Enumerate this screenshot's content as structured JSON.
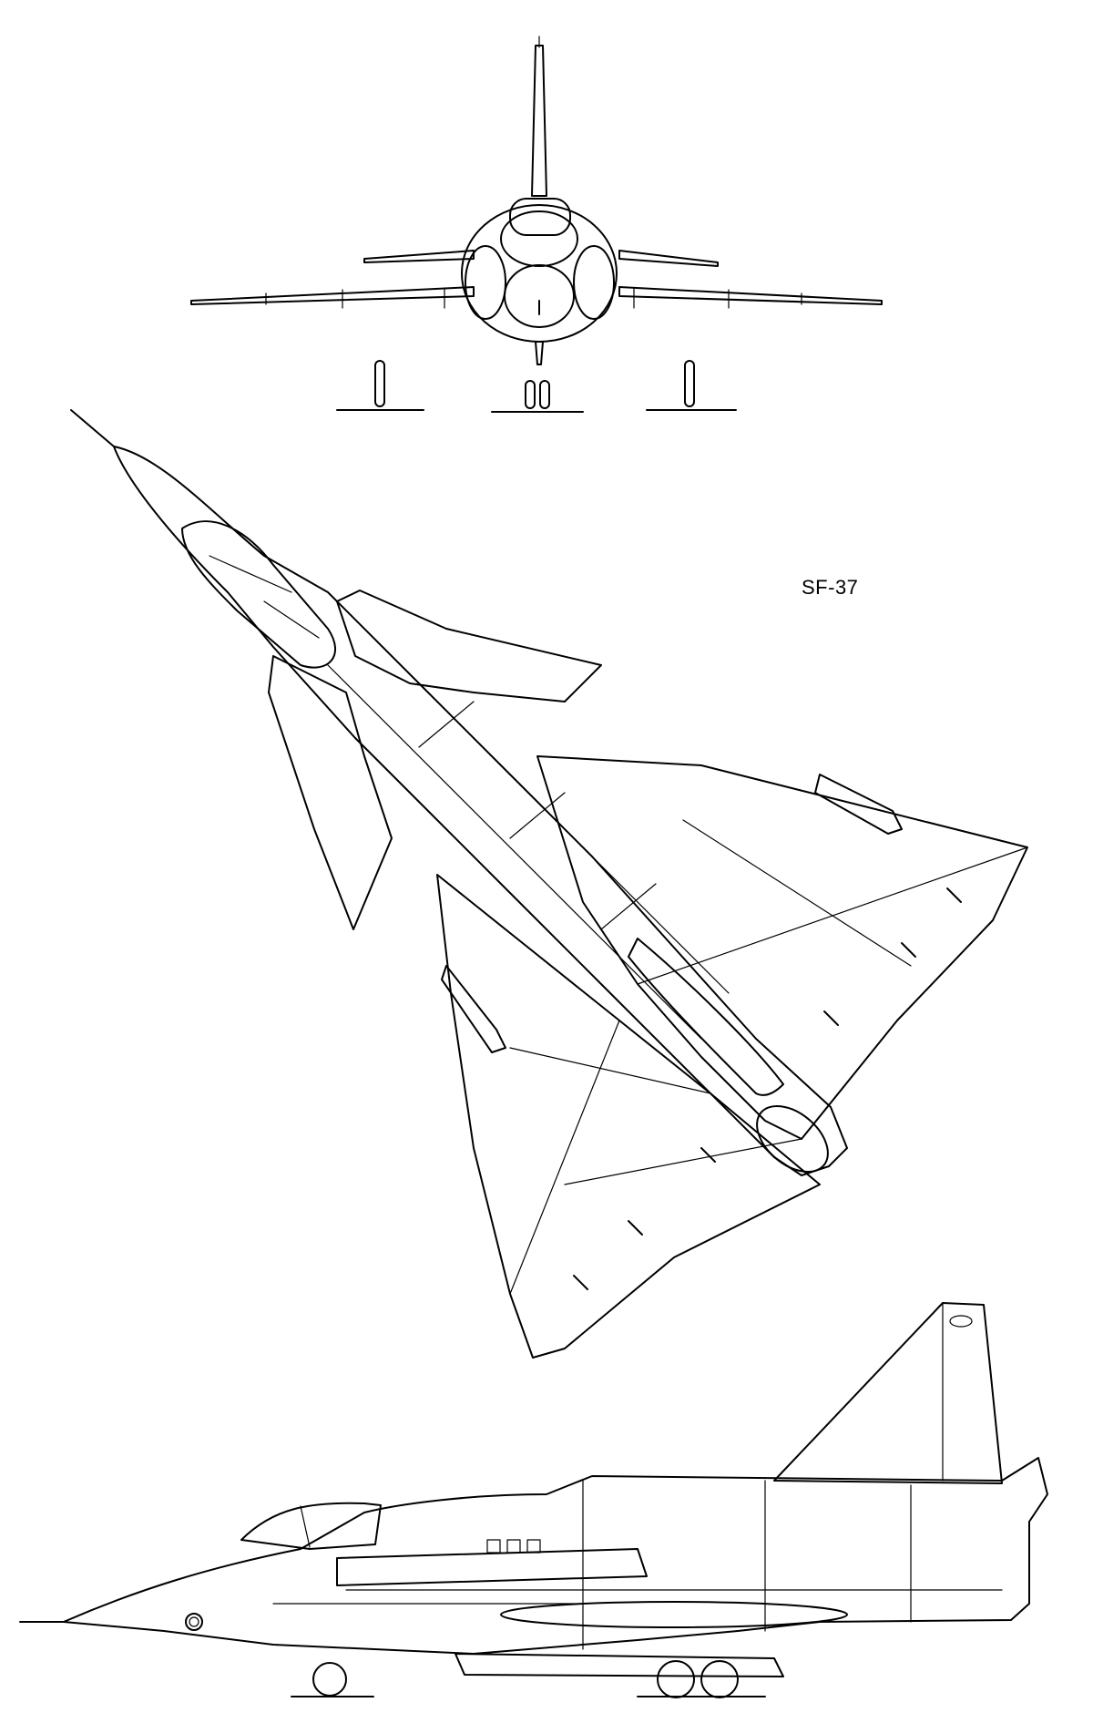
{
  "designation": "SF-37",
  "views": [
    {
      "name": "front-view"
    },
    {
      "name": "plan-view"
    },
    {
      "name": "side-view"
    }
  ],
  "colors": {
    "line": "#000000",
    "background": "#ffffff"
  }
}
